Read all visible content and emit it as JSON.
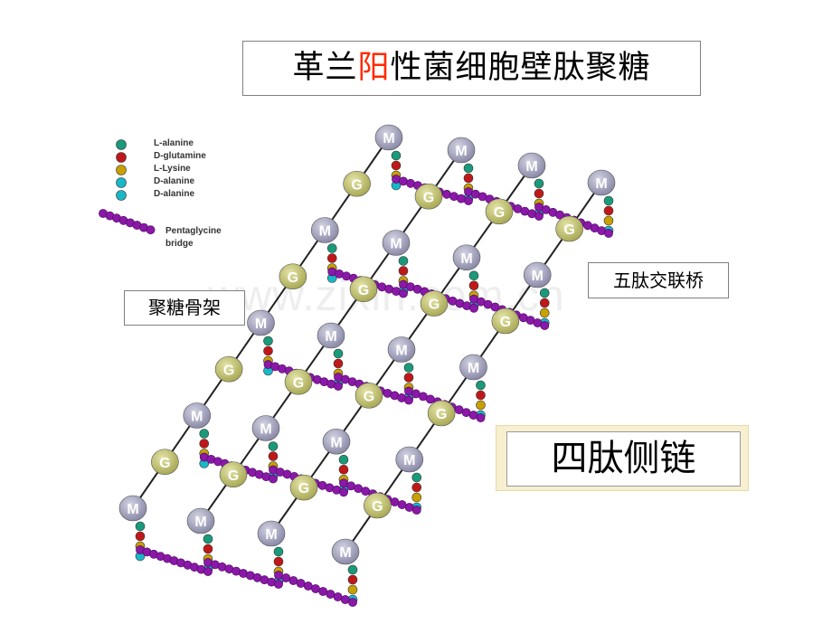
{
  "title": {
    "prefix": "革兰",
    "highlight": "阳",
    "suffix": "性菌细胞壁肽聚糖"
  },
  "labels": {
    "backbone": "聚糖骨架",
    "bridge": "五肽交联桥",
    "tetrapeptide": "四肽侧链"
  },
  "legend": {
    "amino_acids": [
      "L-alanine",
      "D-glutamine",
      "L-Lysine",
      "D-alanine",
      "D-alanine"
    ],
    "bridge_line1": "Pentaglycine",
    "bridge_line2": "bridge"
  },
  "nodes": {
    "G": "G",
    "M": "M"
  },
  "watermark": "www.zixin.com.cn",
  "colors": {
    "g_node": "#a9a956",
    "m_node": "#8a8aa8",
    "l_alanine": "#1a9a7a",
    "d_glutamine": "#c01818",
    "l_lysine": "#c8a000",
    "d_alanine": "#18b8c8",
    "glycine": "#8a18a8",
    "title_highlight": "#ff2a00"
  }
}
